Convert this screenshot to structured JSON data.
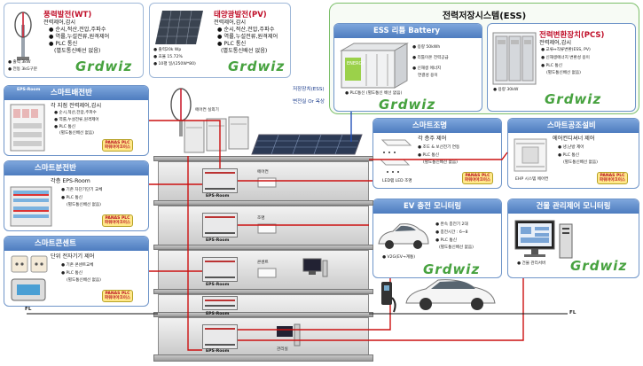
{
  "wind": {
    "title": "풍력발전(WT)",
    "items": [
      "전력제어,감시",
      "순시,적산,전압,주파수",
      "역률,누설전류,원격제어",
      "PLC 통신",
      "(별도통신배선 없음)"
    ],
    "specs": [
      "출력 3kW",
      "전동 3kG구분"
    ],
    "brand": "Grdwiz"
  },
  "solar": {
    "title": "태양광발전(PV)",
    "items": [
      "전력제어,감시",
      "순시,적산,전압,주파수",
      "역률,누설전류,원격제어",
      "PLC 통신",
      "(별도통신배선 없음)"
    ],
    "specs": [
      "출력20k Wp",
      "효율 15.72%",
      "10평 일/(250W*80)"
    ],
    "brand": "Grdwiz"
  },
  "ess": {
    "title": "전력저장시스템(ESS)",
    "battery": {
      "title": "ESS 리튬 Battery",
      "specs": [
        "용량 50kWh",
        "리튬이온 전력공급",
        "신재생 에너지",
        "연결성 용이"
      ],
      "plc": "PLC통신 (별도통신 배선 없음)",
      "brand": "Grdwiz"
    },
    "pcs": {
      "title": "전력변환장치(PCS)",
      "items": [
        "전력제어,감시",
        "교류↔직류변환(ESS, PV)",
        "신재생에너지 변환성 용이",
        "PLC 통신",
        "(별도통신배선 없음)"
      ],
      "spec": "용량 30kW",
      "brand": "Grdwiz"
    }
  },
  "panel": {
    "title": "스마트배전반",
    "room": "EPS-Room",
    "items": [
      "각 지점 전력제어,감시",
      "순시,적산,전압,주파수",
      "역률,누설전류,원격제어",
      "PLC 통신",
      "(별도통신배선 없음)"
    ],
    "badge": [
      "PANAS PLC",
      "파워어아크이스"
    ]
  },
  "branch": {
    "title": "스마트분전반",
    "sub": "각층 EPS-Room",
    "items": [
      "기존 차단기단기 교체",
      "PLC 통신",
      "(별도통신배선 없음)"
    ],
    "badge": [
      "PANAS PLC",
      "파워어아크이스"
    ]
  },
  "outlet": {
    "title": "스마트콘센트",
    "sub": "단위 전자기기 제어",
    "items": [
      "기존 콘센트교체",
      "PLC 통신",
      "(별도통신배선 없음)"
    ],
    "badge": [
      "PANAS PLC",
      "파워어아크이스"
    ]
  },
  "lighting": {
    "title": "스마트조명",
    "sub": "각 층주 제어",
    "items": [
      "조도 & 보선전기 연동",
      "PLC 통신",
      "(별도통신배선 없음)"
    ],
    "caption": "LED램 LED 조명",
    "badge": [
      "PANAS PLC",
      "파워어아크이스"
    ]
  },
  "aircon": {
    "title": "스마트공조설비",
    "sub": "에어컨디셔너 제어",
    "items": [
      "냉,난방 제어",
      "PLC 통신",
      "(별도통신배선 없음)"
    ],
    "caption": "EHP 시스템 에어컨",
    "badge": [
      "PANAS PLC",
      "파워어아크이스"
    ]
  },
  "ev": {
    "title": "EV 충전 모니터링",
    "items": [
      "완속 충전기 2대",
      "충전시간 : 6~8",
      "PLC 통신",
      "(별도통신배선 없음)"
    ],
    "caption": "V2G(EV→계통)",
    "brand": "Grdwiz"
  },
  "bms": {
    "title": "건물 관리제어 모니터링",
    "caption": "건물 관리서버",
    "brand": "Grdwiz"
  },
  "building": {
    "aircon_label": "에어컨 실외기",
    "storage_label": [
      "저장장치(ESS)",
      "변전실 Or 옥상"
    ],
    "eps": "EPS-Room",
    "server": "관리실",
    "fl_left": "FL",
    "fl_right": "FL",
    "floor_tags": [
      "에어컨",
      "조명",
      "콘센트"
    ]
  },
  "colors": {
    "card_blue": "#6f95c9",
    "card_green": "#7cbf6a",
    "title_red": "#c0102a",
    "line_red": "#c11",
    "line_blue": "#2452b8",
    "brand_green": "#47a23f"
  }
}
